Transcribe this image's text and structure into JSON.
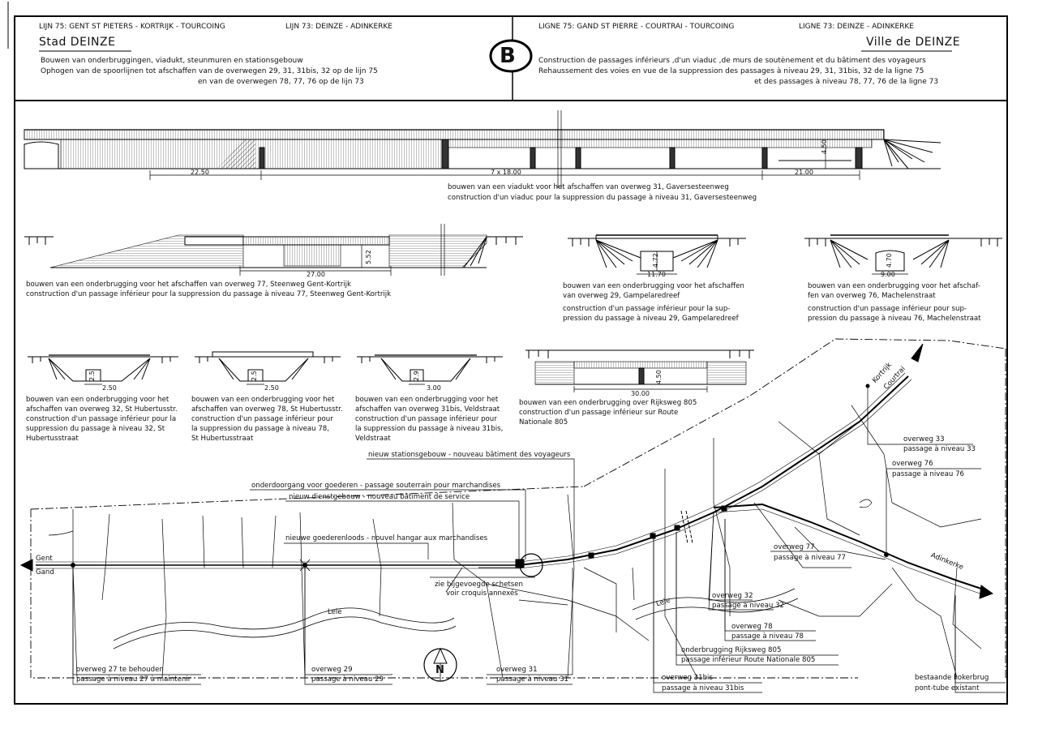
{
  "header": {
    "nl_line_75": "LIJN 75: GENT ST PIETERS - KORTRIJK - TOURCOING",
    "nl_line_73": "LIJN 73: DEINZE - ADINKERKE",
    "nl_city": "Stad DEINZE",
    "nl_desc_1": "Bouwen van onderbruggingen, viadukt, steunmuren en stationsgebouw",
    "nl_desc_2": "Ophogen van de spoorlijnen tot afschaffen van de overwegen 29, 31, 31bis, 32 op de lijn 75",
    "nl_desc_3": "en van de overwegen 78, 77, 76 op de lijn 73",
    "fr_line_75": "LIGNE 75: GAND ST PIERRE - COURTRAI - TOURCOING",
    "fr_line_73": "LIGNE 73: DEINZE - ADINKERKE",
    "fr_city": "Ville de DEINZE",
    "fr_desc_1": "Construction de passages inférieurs ,d'un viaduc ,de murs de soutènement et du bâtiment des voyageurs",
    "fr_desc_2": "Rehaussement des voies en vue de la suppression des passages à niveau 29, 31, 31bis, 32 de la ligne 75",
    "fr_desc_3": "et des passages à niveau 78, 77, 76 de la ligne 73",
    "logo_letter": "B"
  },
  "viaduct": {
    "dim_left": "22.50",
    "dim_mid": "7 x 18.00",
    "dim_right": "21.00",
    "dim_height": "4.50",
    "caption_nl": "bouwen van een viadukt voor het afschaffen van overweg 31, Gaversesteenweg",
    "caption_fr": "construction d'un viaduc pour la suppression du passage à niveau 31, Gaversesteenweg"
  },
  "bridge77": {
    "dim_span": "27.00",
    "dim_height": "5.52",
    "caption_nl": "bouwen van een onderbrugging voor het afschaffen van overweg 77, Steenweg Gent-Kortrijk",
    "caption_fr": "construction d'un passage inférieur pour la suppression du passage à niveau 77, Steenweg Gent-Kortrijk"
  },
  "bridge29": {
    "dim_span": "11.70",
    "dim_height": "4.72",
    "caption_nl_1": "bouwen van een onderbrugging voor het afschaffen",
    "caption_nl_2": "van overweg 29, Gampelaredreef",
    "caption_fr_1": "construction d'un passage inférieur pour la sup-",
    "caption_fr_2": "pression du passage à niveau 29, Gampelaredreef"
  },
  "bridge76": {
    "dim_span": "9.00",
    "dim_height": "4.70",
    "caption_nl_1": "bouwen van een onderbrugging voor het afschaf-",
    "caption_nl_2": "fen van overweg 76, Machelenstraat",
    "caption_fr_1": "construction d'un passage inférieur pour sup-",
    "caption_fr_2": "pression du passage à niveau 76, Machelenstraat"
  },
  "bridge32": {
    "dim_span": "2.50",
    "dim_height": "2.5",
    "lines": [
      "bouwen van een onderbrugging voor het",
      "afschaffen van overweg 32, St Hubertusstr.",
      "construction d'un passage inférieur pour la",
      "suppression du passage à niveau 32, St",
      "Hubertusstraat"
    ]
  },
  "bridge78": {
    "dim_span": "2.50",
    "dim_height": "2.5",
    "lines": [
      "bouwen van een onderbrugging voor het",
      "afschaffen van overweg 78, St Hubertusstr.",
      "construction d'un passage inférieur pour",
      "la suppression du passage à niveau 78,",
      "St Hubertusstraat"
    ]
  },
  "bridge31bis": {
    "dim_span": "3.00",
    "dim_height": "2.9",
    "lines": [
      "bouwen van een onderbrugging voor het",
      "afschaffen van overweg 31bis, Veldstraat",
      "construction d'un passage inférieur pour",
      "la suppression du passage à niveau 31bis,",
      "Veldstraat"
    ]
  },
  "bridge805": {
    "dim_span": "30.00",
    "dim_height": "4.50",
    "lines": [
      "bouwen van een onderbrugging over Rijksweg 805",
      "construction d'un passage inférieur sur Route",
      "Nationale 805"
    ]
  },
  "map": {
    "gent_nl": "Gent",
    "gent_fr": "Gand",
    "kortrijk_nl": "Kortrijk",
    "kortrijk_fr": "Courtrai",
    "adinkerke": "Adinkerke",
    "river_1": "Leie",
    "river_2": "Leie",
    "north": "N",
    "label_station": "nieuw stationsgebouw - nouveau bâtiment des voyageurs",
    "label_underpass": "onderdoorgang voor goederen - passage souterrain pour marchandises",
    "label_service": "nieuw dienstgebouw - nouveau bâtiment de service",
    "label_hangar": "nieuwe goederenloods - nouvel hangar aux marchandises",
    "label_sketch_nl": "zie bijgevoegde schetsen",
    "label_sketch_fr": "voir croquis annexés",
    "ow33_nl": "overweg 33",
    "ow33_fr": "passage à niveau 33",
    "ow76_nl": "overweg 76",
    "ow76_fr": "passage à niveau 76",
    "ow77_nl": "overweg 77",
    "ow77_fr": "passage à niveau 77",
    "ow32_nl": "overweg 32",
    "ow32_fr": "passage à niveau 32",
    "ow78_nl": "overweg 78",
    "ow78_fr": "passage à niveau 78",
    "ob805_nl": "onderbrugging Rijksweg 805",
    "ob805_fr": "passage inférieur Route Nationale 805",
    "ow31bis_nl": "overweg 31bis",
    "ow31bis_fr": "passage à niveau 31bis",
    "ow27_nl": "overweg 27 te behouden",
    "ow27_fr": "passage à niveau 27 à maintenir",
    "ow29_nl": "overweg 29",
    "ow29_fr": "passage à niveau 29",
    "ow31_nl": "overweg 31",
    "ow31_fr": "passage à niveau 31",
    "koker_nl": "bestaande kokerbrug",
    "koker_fr": "pont-tube existant"
  }
}
